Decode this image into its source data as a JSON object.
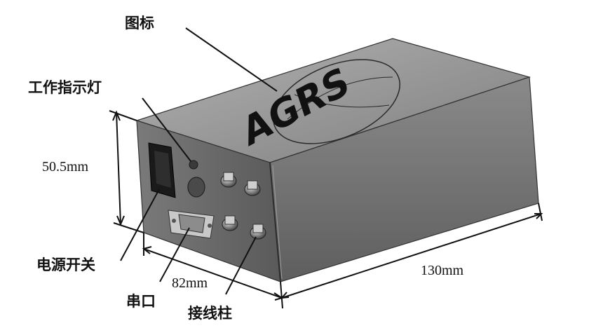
{
  "labels": {
    "icon": "图标",
    "indicator_light": "工作指示灯",
    "power_switch": "电源开关",
    "serial_port": "串口",
    "terminal_post": "接线柱"
  },
  "dimensions": {
    "height": "50.5mm",
    "width": "82mm",
    "length": "130mm"
  },
  "logo_text": "AGRS",
  "colors": {
    "box_top": "#9a9a9a",
    "box_front": "#6f6f6f",
    "box_side": "#7c7c7c",
    "line": "#111111"
  }
}
